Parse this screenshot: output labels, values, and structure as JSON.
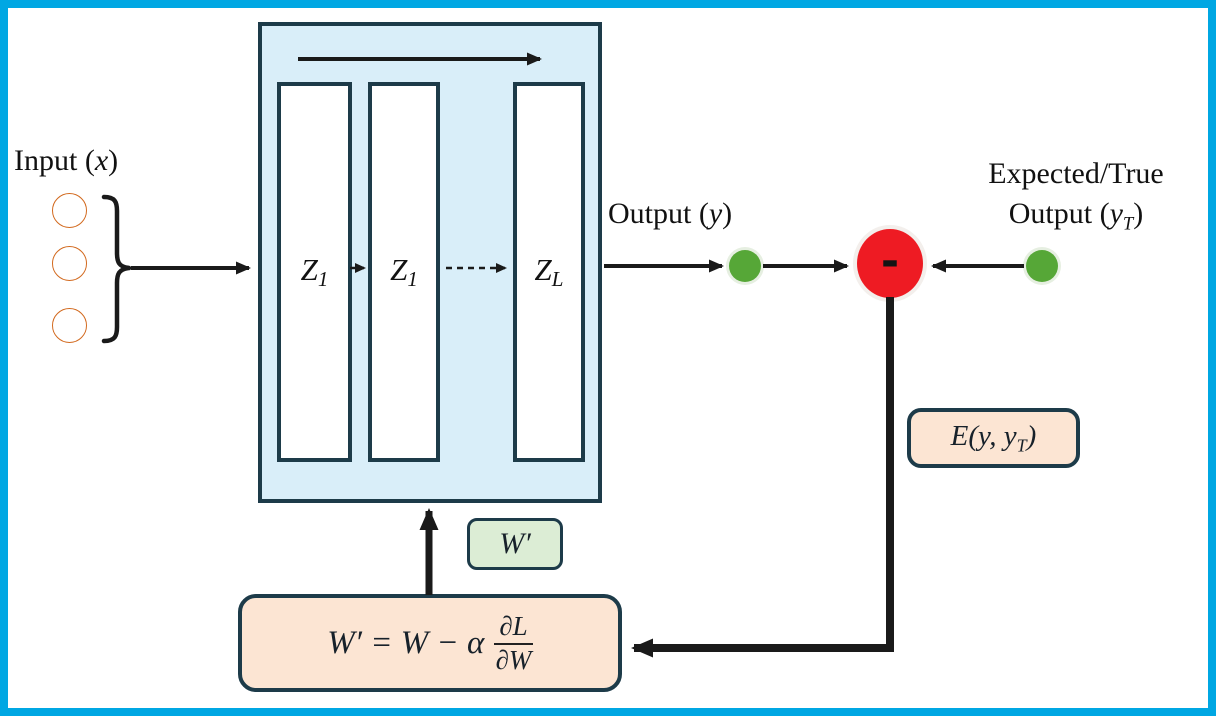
{
  "input": {
    "prefix": "Input (",
    "var": "x",
    "suffix": ")"
  },
  "network": {
    "layers": [
      {
        "base": "Z",
        "sub": "1"
      },
      {
        "base": "Z",
        "sub": "1"
      },
      {
        "base": "Z",
        "sub": "L"
      }
    ]
  },
  "output": {
    "prefix": "Output (",
    "var": "y",
    "suffix": ")"
  },
  "expected": {
    "line1": "Expected/True",
    "prefix": "Output (",
    "var": "y",
    "sub": "T",
    "suffix": ")"
  },
  "comparator": {
    "symbol": "-"
  },
  "error_box": {
    "prefix": "E(y, y",
    "sub": "T",
    "suffix": ")"
  },
  "update_box": {
    "lhs": "W′ = W − α",
    "frac_num": "∂L",
    "frac_den": "∂W"
  },
  "weight_box": {
    "label": "W′"
  },
  "colors": {
    "frame": "#00a7e3",
    "network_fill": "#d9eef9",
    "box_stroke": "#1d3b49",
    "panel_fill": "#fce5d3",
    "weight_fill": "#dcedd5",
    "neuron_orange": "#eb7c3e",
    "node_green": "#56a737",
    "compare_red": "#ee1b23",
    "ink": "#1a1a1a"
  }
}
